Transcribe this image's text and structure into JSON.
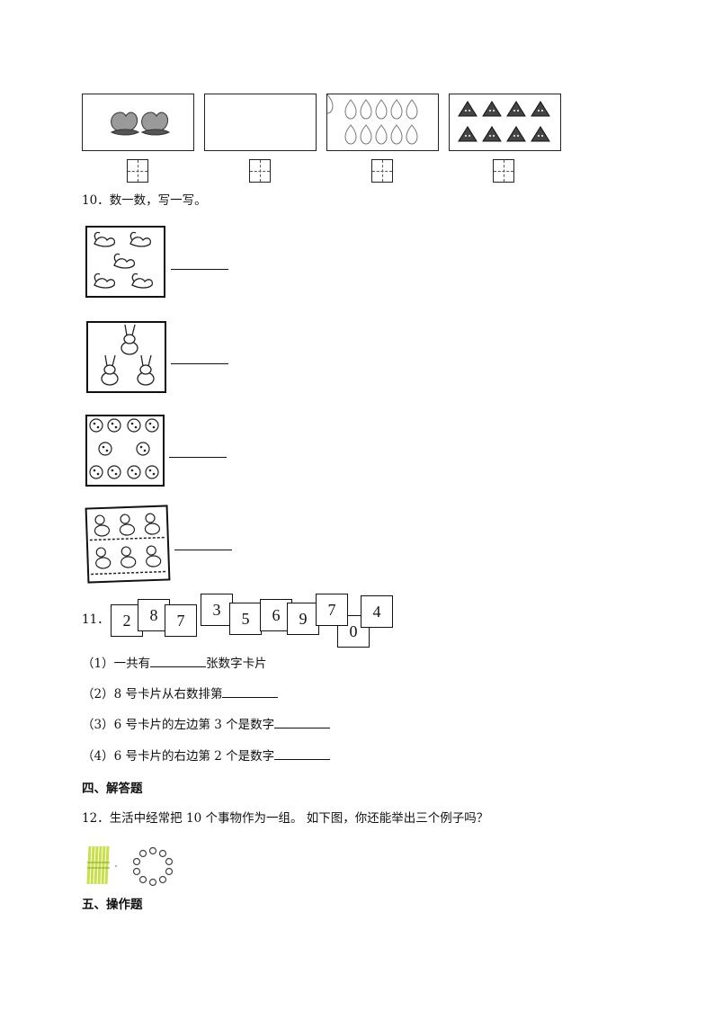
{
  "q10": {
    "number": "10．",
    "prompt": "数一数，写一写。"
  },
  "q11": {
    "number": "11．",
    "cards": [
      "2",
      "8",
      "7",
      "3",
      "5",
      "6",
      "9",
      "7",
      "0",
      "4"
    ],
    "sub": [
      {
        "label": "（1）",
        "before": "一共有",
        "after": "张数字卡片"
      },
      {
        "label": "（2）",
        "before": "8 号卡片从右数排第",
        "after": ""
      },
      {
        "label": "（3）",
        "before": "6 号卡片的左边第 3 个是数字",
        "after": ""
      },
      {
        "label": "（4）",
        "before": "6 号卡片的右边第 2 个是数字",
        "after": ""
      }
    ]
  },
  "section4": {
    "title": "四、解答题"
  },
  "q12": {
    "number": "12．",
    "prompt": "生活中经常把 10 个事物作为一组。 如下图，你还能举出三个例子吗？"
  },
  "section5": {
    "title": "五、操作题"
  },
  "colors": {
    "ink": "#111111",
    "stick": "#c8e04a",
    "gray_fill": "#9a9a9a"
  }
}
